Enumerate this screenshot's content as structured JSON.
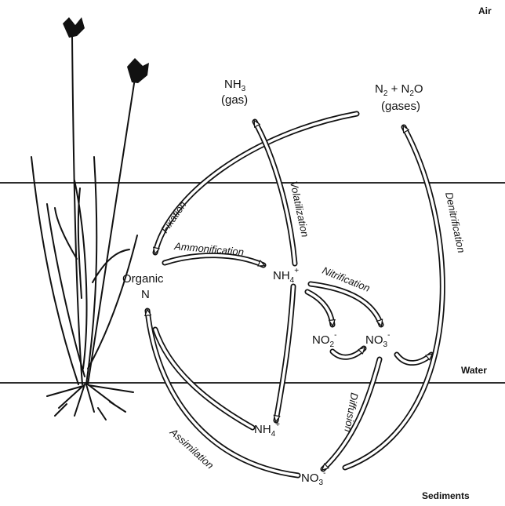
{
  "zones": {
    "air": "Air",
    "water": "Water",
    "sediments": "Sediments"
  },
  "nodes": {
    "nh3_gas": {
      "formula": "NH",
      "sub": "3",
      "state": "(gas)"
    },
    "n2_n2o": {
      "a": "N",
      "a_sub": "2",
      "plus": " + N",
      "b_sub": "2",
      "tail": "O",
      "state": "(gases)"
    },
    "organic_n": {
      "line1": "Organic",
      "line2": "N"
    },
    "nh4_water": {
      "formula": "NH",
      "sub": "4",
      "sup": "+"
    },
    "no2_water": {
      "formula": "NO",
      "sub": "2",
      "sup": "-"
    },
    "no3_water": {
      "formula": "NO",
      "sub": "3",
      "sup": "-"
    },
    "nh4_sediment": {
      "formula": "NH",
      "sub": "4",
      "sup": "+"
    },
    "no3_sediment": {
      "formula": "NO",
      "sub": "3",
      "sup": "-"
    }
  },
  "processes": {
    "fixation": "Fixation",
    "ammonification": "Ammonification",
    "volatilization": "Volatilization",
    "nitrification": "Nitrification",
    "denitrification": "Denitrification",
    "diffusion": "Diffusion",
    "assimilation": "Assimilation"
  },
  "colors": {
    "ink": "#111111",
    "background": "#ffffff"
  }
}
